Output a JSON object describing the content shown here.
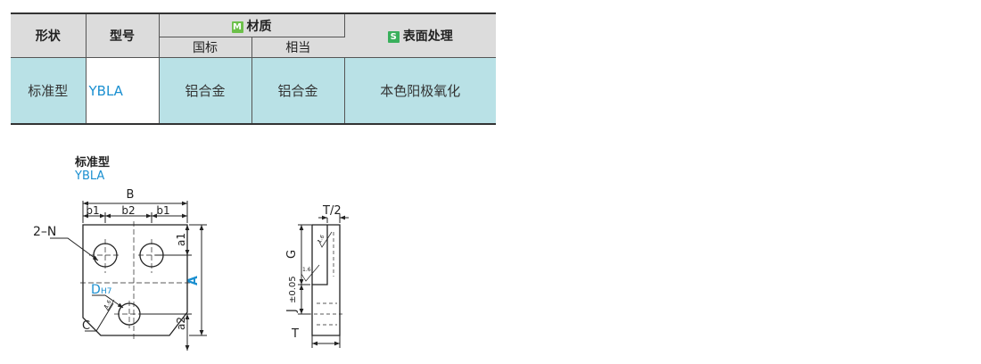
{
  "table": {
    "headers": {
      "shape": "形状",
      "model": "型号",
      "material_badge": "M",
      "material": "材质",
      "material_national": "国标",
      "material_equivalent": "相当",
      "surface_badge": "S",
      "surface": "表面处理"
    },
    "row": {
      "shape": "标准型",
      "model": "YBLA",
      "material_national": "铝合金",
      "material_equivalent": "铝合金",
      "surface": "本色阳极氧化"
    }
  },
  "drawing": {
    "title": "标准型",
    "model": "YBLA",
    "labels": {
      "B": "B",
      "b1_left": "b1",
      "b2": "b2",
      "b1_right": "b1",
      "hole_note": "2–N",
      "a1": "a1",
      "A": "A",
      "D": "D",
      "D_tol": "H7",
      "a2": "a2",
      "C": "C",
      "T_half": "T/2",
      "G": "G",
      "J": "J",
      "J_tol": "±0.05",
      "T": "T",
      "rough_1": "1.6",
      "rough_2": "1.6",
      "rough_3": "1.6"
    },
    "colors": {
      "accent": "#1a8fd0",
      "line": "#222222"
    }
  }
}
